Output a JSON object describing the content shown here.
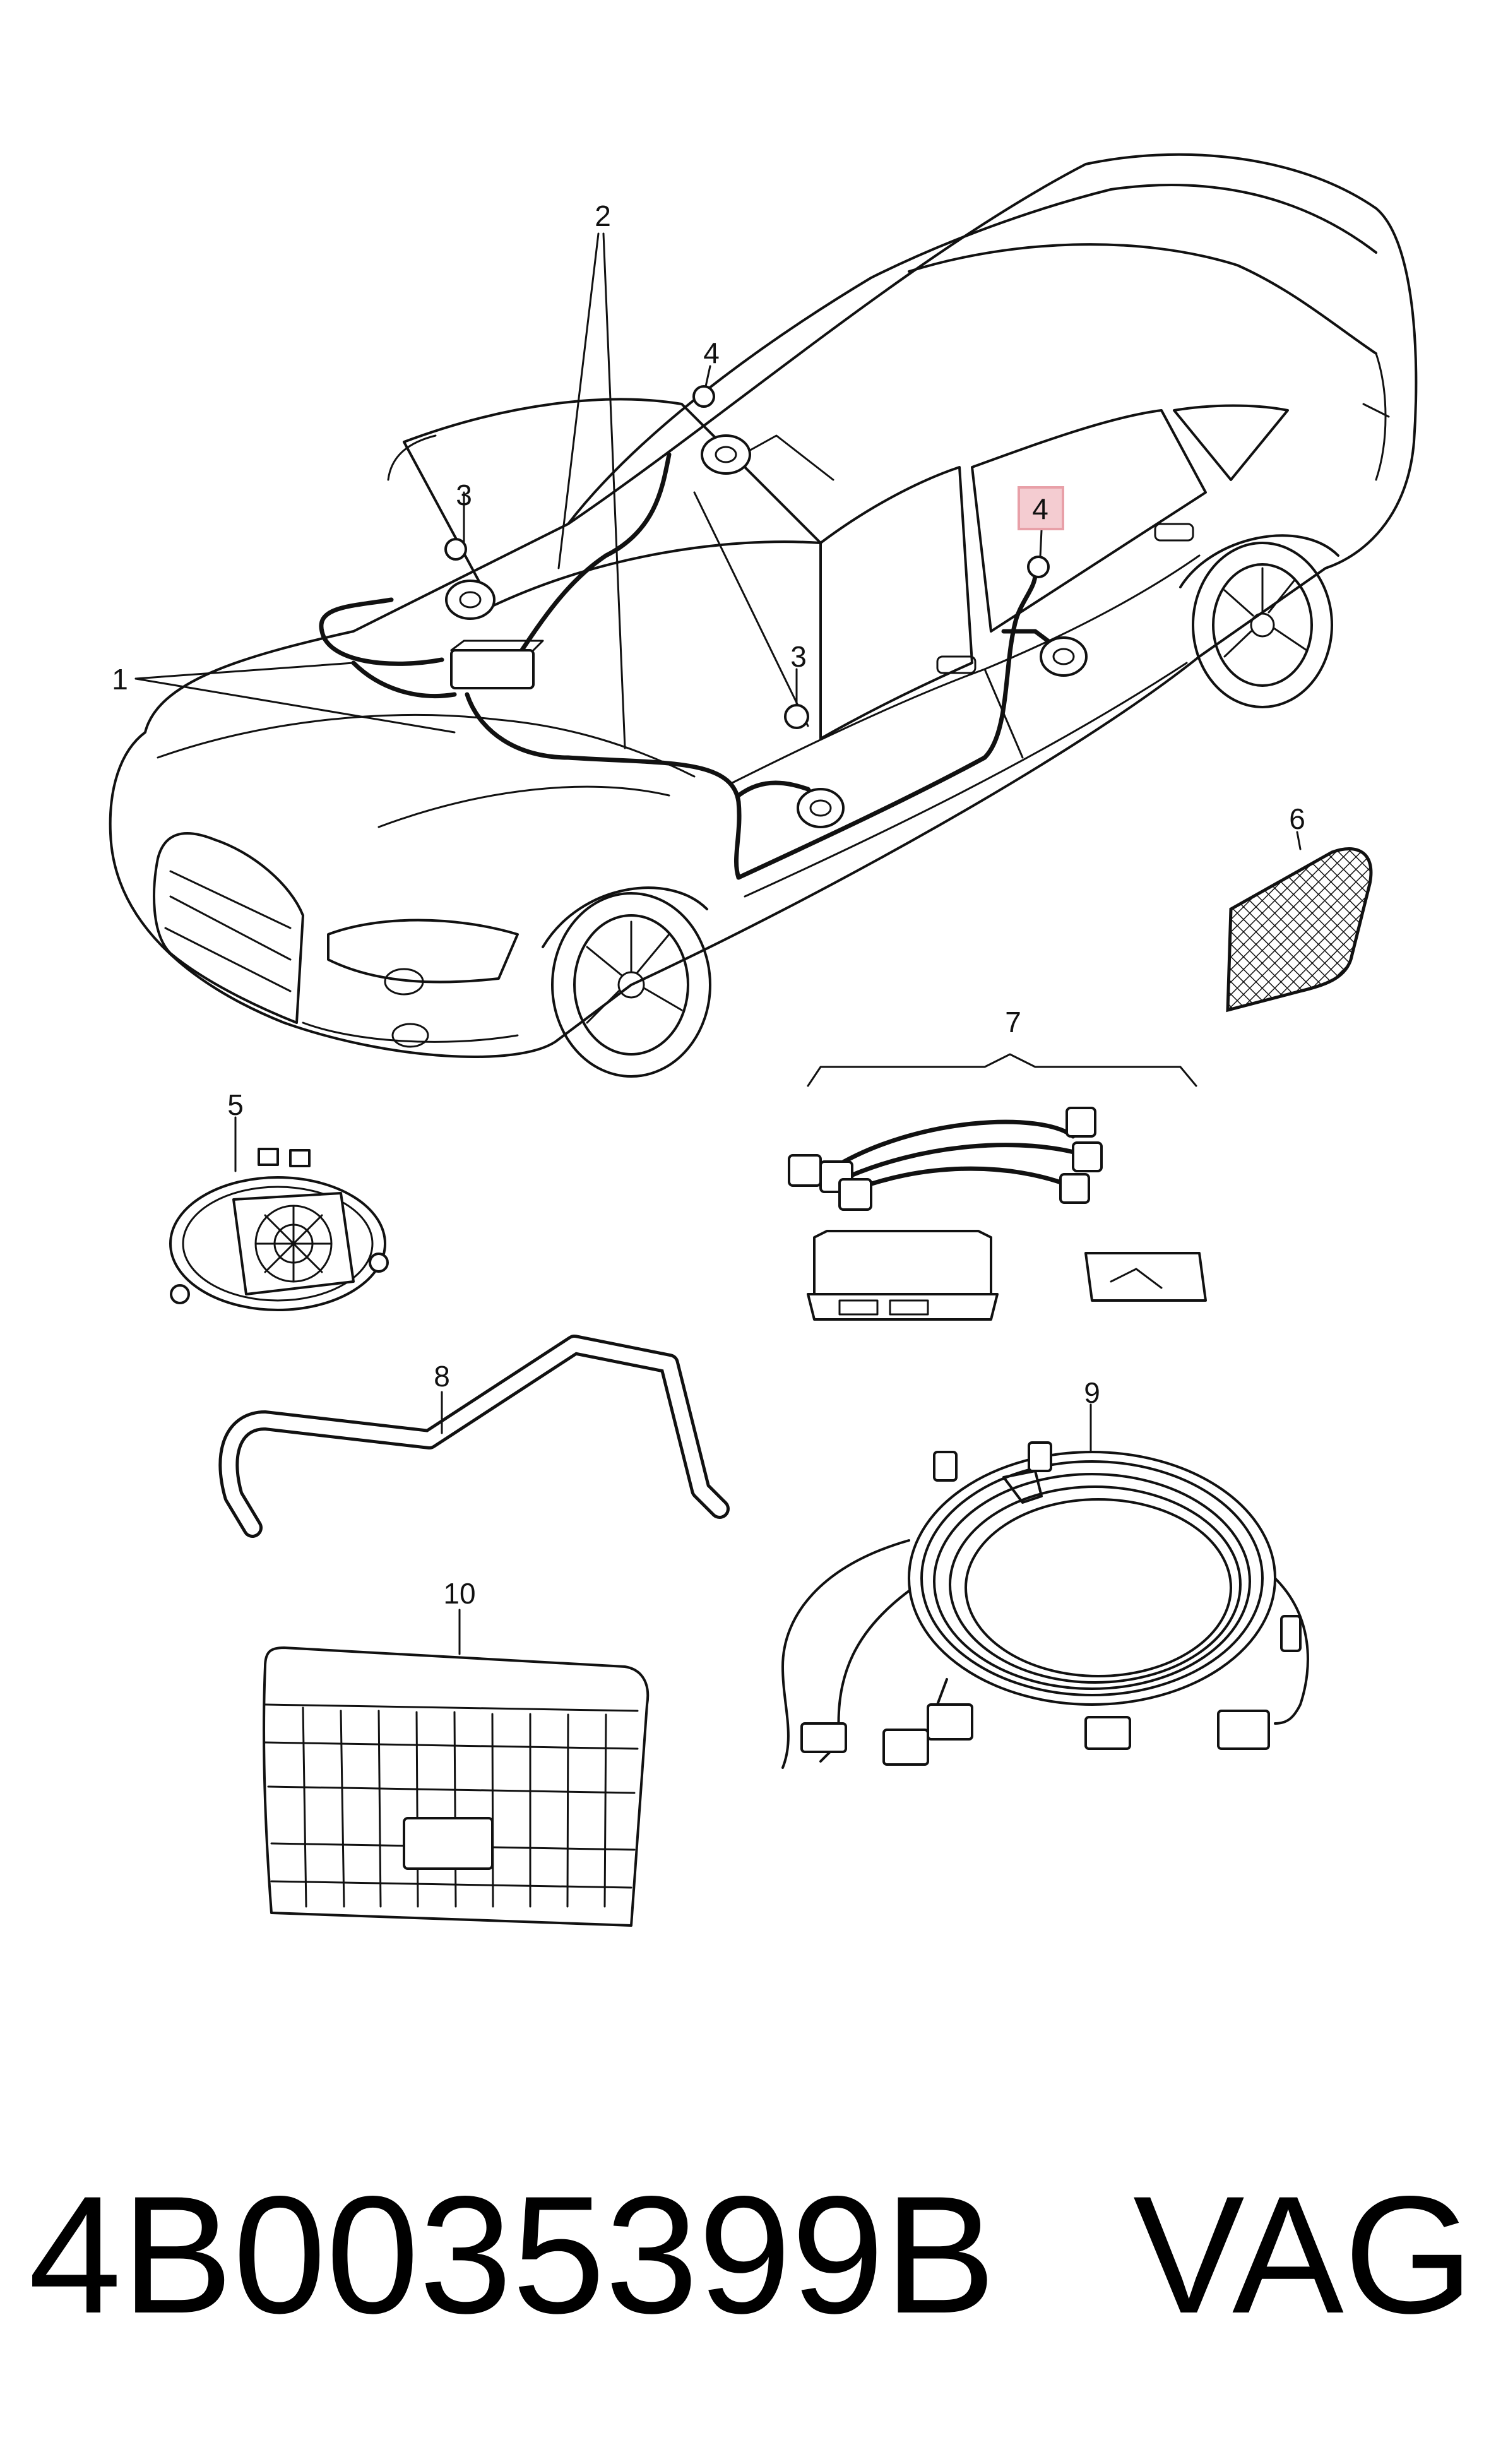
{
  "callouts": {
    "c1": "1",
    "c2": "2",
    "c3a": "3",
    "c3b": "3",
    "c4a": "4",
    "c4b": "4",
    "c5": "5",
    "c6": "6",
    "c7": "7",
    "c8": "8",
    "c9": "9",
    "c10": "10"
  },
  "highlight_color": "#e8a0a8",
  "footer": {
    "part_number": "4B0035399B",
    "brand": "VAG"
  }
}
